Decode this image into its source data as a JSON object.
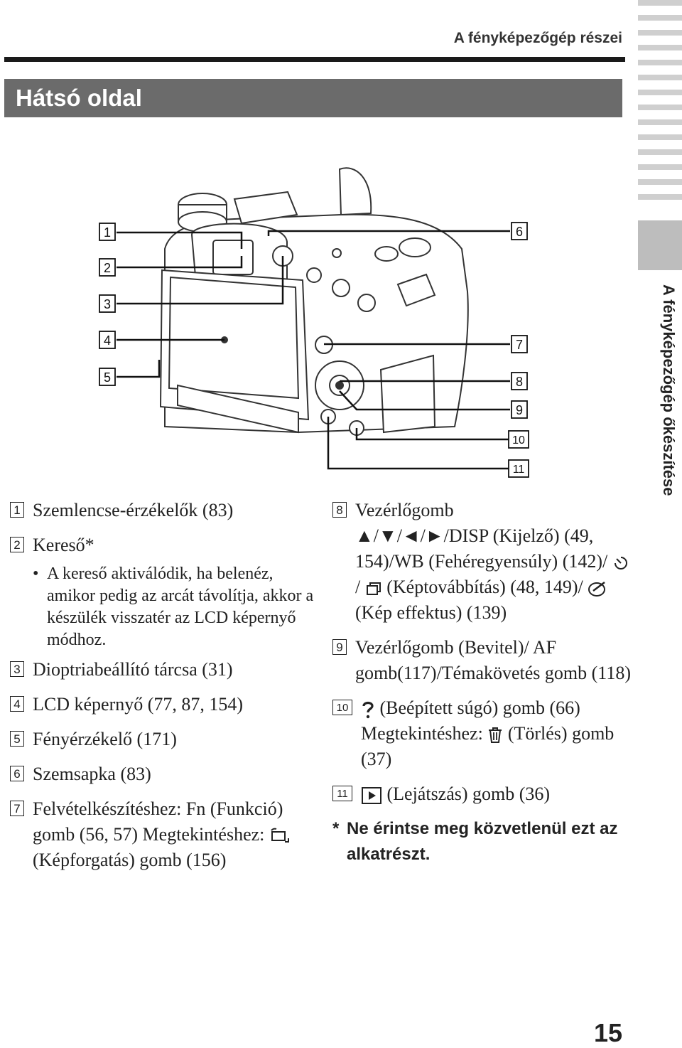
{
  "header": {
    "title": "A fényképezőgép részei"
  },
  "section": {
    "title": "Hátsó oldal"
  },
  "side_label": "A fényképezőgép őkészítése",
  "figure": {
    "callouts_left": [
      "1",
      "2",
      "3",
      "4",
      "5"
    ],
    "callouts_right": [
      "6",
      "7",
      "8",
      "9",
      "10",
      "11"
    ]
  },
  "items": {
    "i1": {
      "num": "1",
      "text": "Szemlencse-érzékelők (83)"
    },
    "i2": {
      "num": "2",
      "text": "Kereső*",
      "bullet": "A kereső aktiválódik, ha belenéz, amikor pedig az arcát távolítja, akkor a készülék visszatér az LCD képernyő módhoz."
    },
    "i3": {
      "num": "3",
      "text": "Dioptriabeállító tárcsa (31)"
    },
    "i4": {
      "num": "4",
      "text": "LCD képernyő (77, 87, 154)"
    },
    "i5": {
      "num": "5",
      "text": "Fényérzékelő (171)"
    },
    "i6": {
      "num": "6",
      "text": "Szemsapka (83)"
    },
    "i7": {
      "num": "7",
      "text_a": "Felvételkészítéshez: Fn (Funkció) gomb (56, 57) Megtekintéshez:",
      "text_b": "(Képforgatás) gomb (156)"
    },
    "i8": {
      "num": "8",
      "title": "Vezérlőgomb",
      "arrows": "▲/▼/◄/►",
      "text_a": "/DISP (Kijelző) (49, 154)/WB (Fehéregyensúly) (142)/",
      "text_b": "(Képtovábbítás) (48, 149)/",
      "text_c": "(Kép effektus) (139)"
    },
    "i9": {
      "num": "9",
      "text": "Vezérlőgomb (Bevitel)/ AF gomb(117)/Témakövetés gomb (118)"
    },
    "i10": {
      "num": "10",
      "text_a": "(Beépített súgó) gomb (66) Megtekintéshez:",
      "text_b": "(Törlés) gomb (37)"
    },
    "i11": {
      "num": "11",
      "text": "(Lejátszás) gomb (36)"
    }
  },
  "note": {
    "star": "*",
    "text": "Ne érintse meg közvetlenül ezt az alkatrészt."
  },
  "page_number": "15"
}
